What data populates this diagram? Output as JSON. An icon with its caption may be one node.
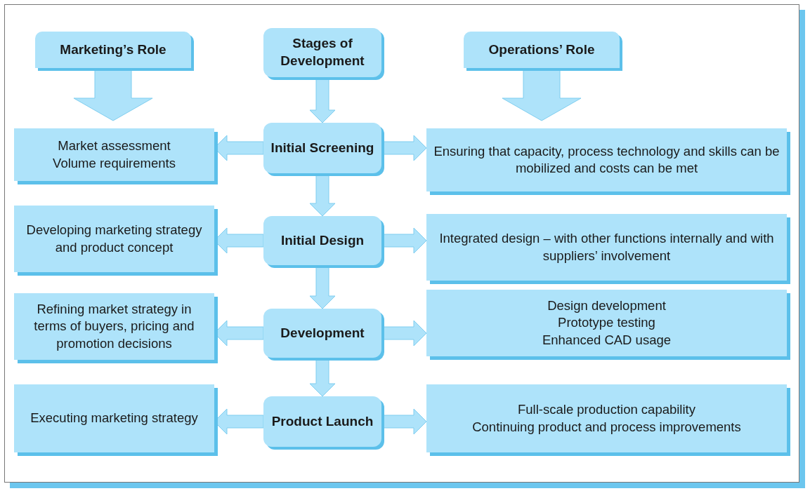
{
  "diagram": {
    "nodes": [
      {
        "text": [
          "Marketing’s Role"
        ]
      },
      {
        "text": [
          "Stages of Development"
        ]
      },
      {
        "text": [
          "Operations’ Role"
        ]
      },
      {
        "text": [
          "Initial Screening"
        ]
      },
      {
        "text": [
          "Market assessment",
          "Volume requirements"
        ]
      },
      {
        "text": [
          "Ensuring that capacity, process technology and skills can be mobilized and costs can be met"
        ]
      },
      {
        "text": [
          "Initial Design"
        ]
      },
      {
        "text": [
          "Developing marketing strategy and product concept"
        ]
      },
      {
        "text": [
          "Integrated design – with other functions internally and with suppliers’ involvement"
        ]
      },
      {
        "text": [
          "Development"
        ]
      },
      {
        "text": [
          "Refining market strategy in terms of buyers, pricing and promotion decisions"
        ]
      },
      {
        "text": [
          "Design development",
          "Prototype testing",
          "Enhanced CAD usage"
        ]
      },
      {
        "text": [
          "Product Launch"
        ]
      },
      {
        "text": [
          "Executing marketing strategy"
        ]
      },
      {
        "text": [
          "Full-scale production capability",
          "Continuing product and process improvements"
        ]
      }
    ],
    "edges": [
      {
        "from": 0,
        "to": 4,
        "arrow": "to"
      },
      {
        "from": 2,
        "to": 5,
        "arrow": "to"
      },
      {
        "from": 1,
        "to": 3,
        "arrow": "to"
      },
      {
        "from": 3,
        "to": 4,
        "arrow": "to"
      },
      {
        "from": 3,
        "to": 5,
        "arrow": "to"
      },
      {
        "from": 3,
        "to": 6,
        "arrow": "to"
      },
      {
        "from": 6,
        "to": 7,
        "arrow": "to"
      },
      {
        "from": 6,
        "to": 8,
        "arrow": "to"
      },
      {
        "from": 6,
        "to": 9,
        "arrow": "to"
      },
      {
        "from": 9,
        "to": 10,
        "arrow": "to"
      },
      {
        "from": 9,
        "to": 11,
        "arrow": "to"
      },
      {
        "from": 9,
        "to": 12,
        "arrow": "to"
      },
      {
        "from": 12,
        "to": 13,
        "arrow": "to"
      },
      {
        "from": 12,
        "to": 14,
        "arrow": "to"
      }
    ]
  }
}
